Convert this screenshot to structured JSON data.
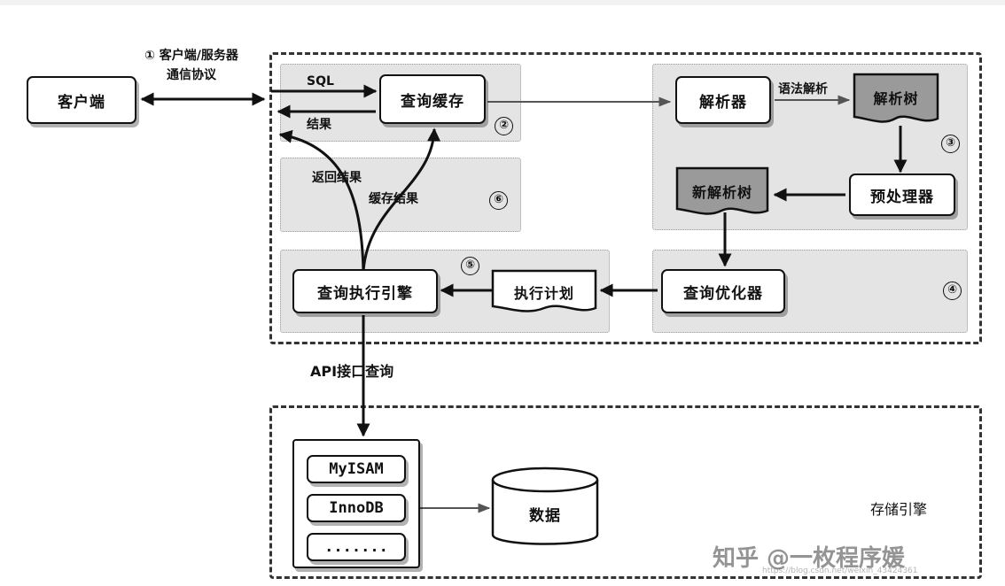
{
  "diagram": {
    "client": "客户端",
    "protocol_label_line1": "客户端/服务器",
    "protocol_label_line2": "通信协议",
    "steps": [
      "①",
      "②",
      "③",
      "④",
      "⑤",
      "⑥"
    ],
    "sql_label": "SQL",
    "result_label": "结果",
    "query_cache": "查询缓存",
    "parser": "解析器",
    "parse_label": "语法解析",
    "parse_tree": "解析树",
    "preprocessor": "预处理器",
    "new_parse_tree": "新解析树",
    "optimizer": "查询优化器",
    "exec_plan": "执行计划",
    "exec_engine": "查询执行引擎",
    "return_result": "返回结果",
    "cache_result": "缓存结果",
    "api_label": "API接口查询",
    "engines": [
      "MyISAM",
      "InnoDB",
      "......."
    ],
    "data": "数据",
    "storage_engine": "存储引擎"
  },
  "watermark": {
    "main": "知乎 @一枚程序媛",
    "sub": "https://blog.csdn.net/weixin_43424361"
  }
}
